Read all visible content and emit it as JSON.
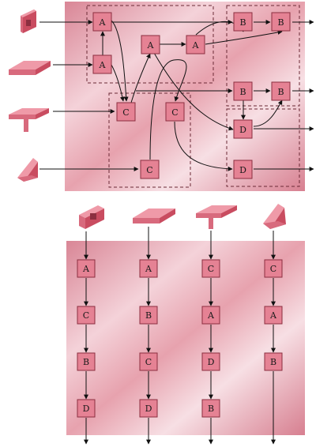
{
  "colors": {
    "panel_dark": "#dd8c9a",
    "panel_light": "#f7dfe4",
    "node_fill": "#e58294",
    "node_stroke": "#8c2f40",
    "arrow": "#111111",
    "dash": "#6b2a36",
    "piece_top": "#ef9aa8",
    "piece_side": "#c94c60",
    "piece_front": "#d86a7d"
  },
  "icons": {
    "top": [
      "block-icon",
      "plate-icon",
      "tee-icon",
      "wedge-icon"
    ],
    "bottom": [
      "block-icon",
      "plate-icon",
      "tee-icon",
      "wedge-icon"
    ]
  },
  "top_diagram": {
    "nodes": [
      {
        "id": "t1",
        "label": "A"
      },
      {
        "id": "t2",
        "label": "A"
      },
      {
        "id": "t3",
        "label": "A"
      },
      {
        "id": "t4",
        "label": "A"
      },
      {
        "id": "t5",
        "label": "B"
      },
      {
        "id": "t6",
        "label": "B"
      },
      {
        "id": "t7",
        "label": "B"
      },
      {
        "id": "t8",
        "label": "B"
      },
      {
        "id": "t9",
        "label": "C"
      },
      {
        "id": "t10",
        "label": "C"
      },
      {
        "id": "t11",
        "label": "C"
      },
      {
        "id": "t12",
        "label": "D"
      },
      {
        "id": "t13",
        "label": "D"
      }
    ]
  },
  "bottom_diagram": {
    "lines": [
      {
        "labels": [
          "A",
          "C",
          "B",
          "D"
        ]
      },
      {
        "labels": [
          "A",
          "B",
          "C",
          "D"
        ]
      },
      {
        "labels": [
          "C",
          "A",
          "D",
          "B"
        ]
      },
      {
        "labels": [
          "C",
          "A",
          "B"
        ]
      }
    ]
  }
}
